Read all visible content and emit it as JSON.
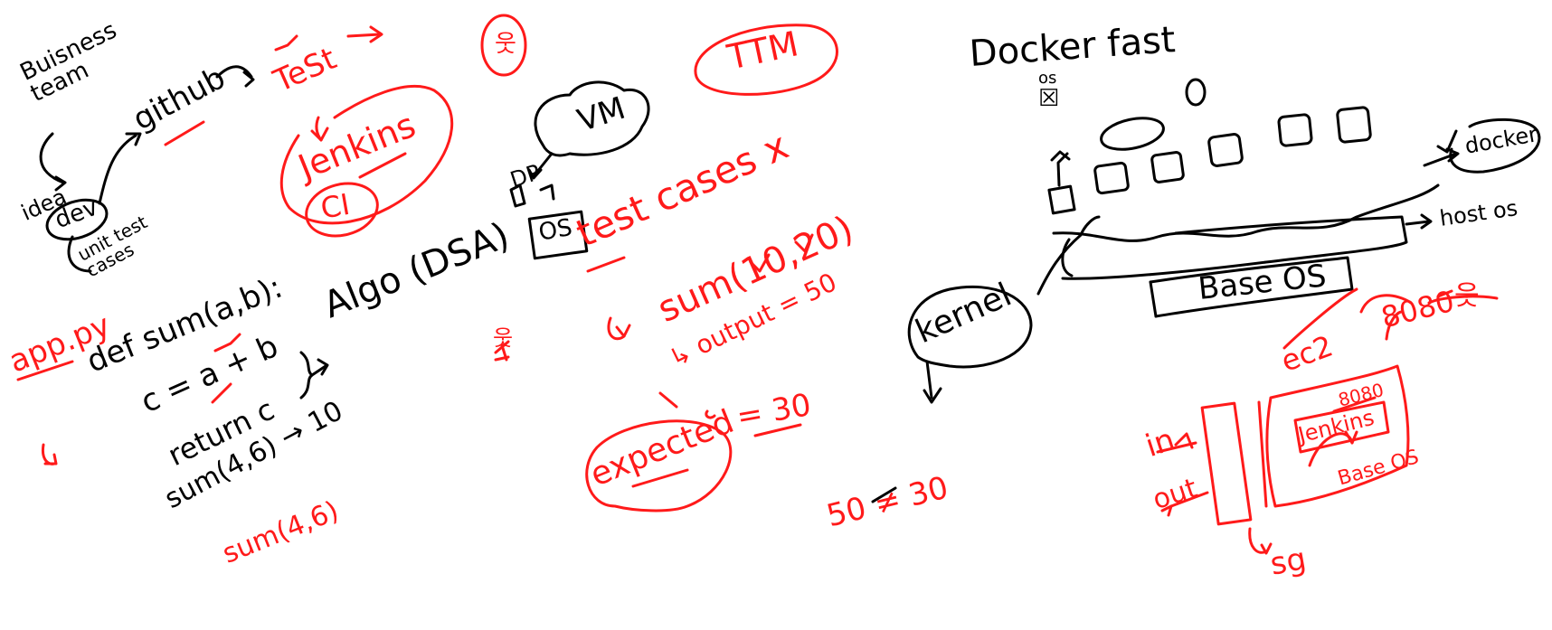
{
  "colors": {
    "ink_black": "#000000",
    "ink_red": "#ff1a1a",
    "background": "#ffffff"
  },
  "left": {
    "business_team": "Buisness team",
    "idea": "idea",
    "dev": "dev",
    "github": "github",
    "unit_test": "unit test cases",
    "test": "TeSt",
    "jenkins": "Jenkins",
    "ci": "CI",
    "person_icon_label": "",
    "app_py": "app.py",
    "code_line1": "def sum(a,b):",
    "code_line2": "c = a + b",
    "code_line3": "return c",
    "algo": "Algo (DSA)",
    "sum_call": "sum(4,6) → 10",
    "sum_call2": "sum(4,6)"
  },
  "middle": {
    "vm": "VM",
    "dp": "DP",
    "os": "OS",
    "ttm": "TTM",
    "test_cases": "test cases x",
    "sum_call": "sum(10,20)",
    "output": "↳ output = 50",
    "expected": "expected",
    "expected_value": "= 30",
    "compare": "50 ≠ 30"
  },
  "right": {
    "docker_title": "Docker fast",
    "os_small": "os",
    "docker": "docker",
    "host_os": "host os",
    "base_os": "Base OS",
    "kernel": "kernel",
    "ec2": "ec2",
    "port": "8080",
    "inner_port": "8080",
    "inner_jenkins": "Jenkins",
    "inner_base_os": "Base OS",
    "in": "in",
    "out": "out",
    "sg": "sg"
  }
}
